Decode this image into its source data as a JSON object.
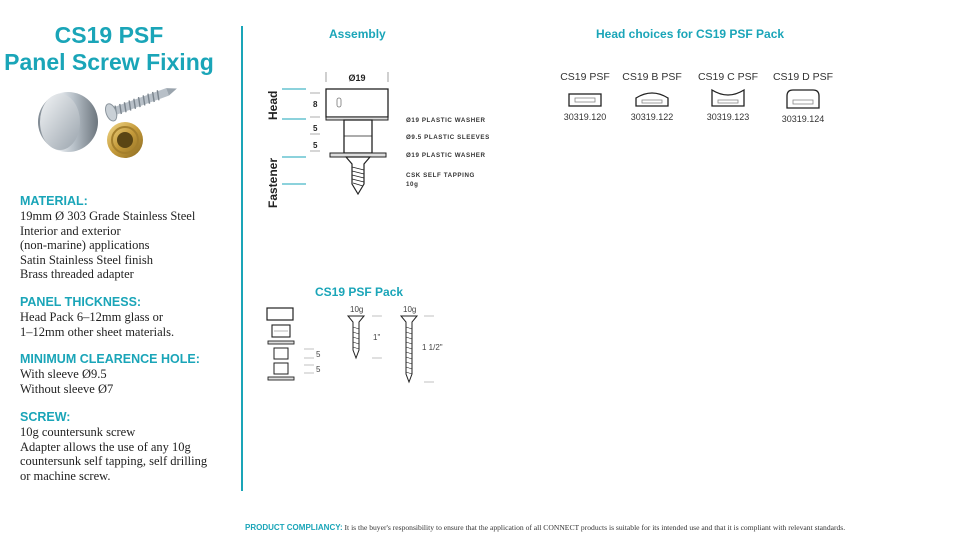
{
  "title": {
    "line1": "CS19 PSF",
    "line2": "Panel Screw Fixing"
  },
  "specs": {
    "material": {
      "heading": "MATERIAL:",
      "lines": [
        "19mm Ø 303 Grade Stainless Steel",
        "Interior and exterior",
        "(non-marine) applications",
        "Satin Stainless Steel finish",
        "Brass threaded adapter"
      ]
    },
    "panel_thickness": {
      "heading": "PANEL THICKNESS:",
      "lines": [
        "Head Pack 6–12mm glass or",
        "1–12mm other sheet materials."
      ]
    },
    "clearance_hole": {
      "heading": "MINIMUM CLEARENCE HOLE:",
      "lines": [
        "With sleeve Ø9.5",
        "Without sleeve Ø7"
      ]
    },
    "screw": {
      "heading": "SCREW:",
      "lines": [
        "10g countersunk screw",
        "Adapter allows the use of any 10g",
        "countersunk self tapping, self drilling",
        "or machine screw."
      ]
    }
  },
  "assembly": {
    "title": "Assembly",
    "diameter_label": "Ø19",
    "side_label_head": "Head",
    "side_label_fastener": "Fastener",
    "dims": [
      "8",
      "5",
      "5"
    ],
    "callouts": [
      "Ø19 PLASTIC WASHER",
      "Ø9.5 PLASTIC SLEEVES",
      "Ø19 PLASTIC WASHER",
      "CSK SELF TAPPING",
      "10g"
    ]
  },
  "head_choices": {
    "title": "Head choices for CS19 PSF Pack",
    "items": [
      {
        "label": "CS19 PSF",
        "code": "30319.120"
      },
      {
        "label": "CS19 B PSF",
        "code": "30319.122"
      },
      {
        "label": "CS19 C PSF",
        "code": "30319.123"
      },
      {
        "label": "CS19 D PSF",
        "code": "30319.124"
      }
    ]
  },
  "pack": {
    "title": "CS19 PSF Pack",
    "dims": [
      "5",
      "5"
    ],
    "screw1": {
      "gauge": "10g",
      "length": "1\""
    },
    "screw2": {
      "gauge": "10g",
      "length": "1 1/2\""
    }
  },
  "footer": {
    "label": "PRODUCT COMPLIANCY:",
    "text": "It is the buyer's responsibility to ensure that the application of all CONNECT products is suitable for its intended use and that it is compliant with relevant standards."
  },
  "colors": {
    "accent": "#1aa5b8",
    "text": "#222222"
  }
}
